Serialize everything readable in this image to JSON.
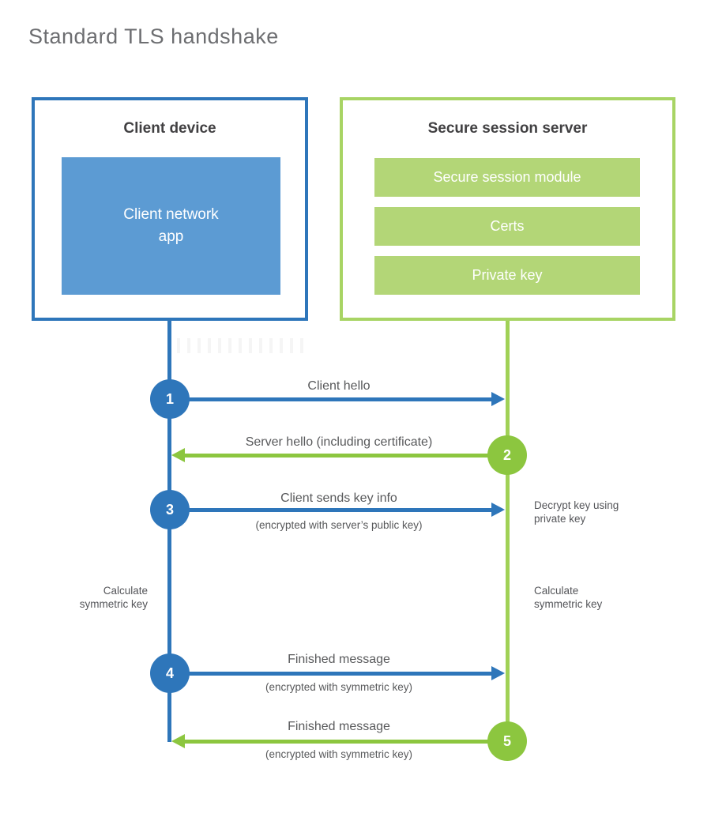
{
  "title": "Standard TLS handshake",
  "client": {
    "title": "Client device",
    "app_label": "Client network\napp"
  },
  "server": {
    "title": "Secure session server",
    "modules": [
      "Secure session module",
      "Certs",
      "Private key"
    ]
  },
  "steps": [
    {
      "num": "1",
      "label": "Client hello",
      "sub": "",
      "direction": "client-to-server"
    },
    {
      "num": "2",
      "label": "Server hello (including certificate)",
      "sub": "",
      "direction": "server-to-client"
    },
    {
      "num": "3",
      "label": "Client sends key info",
      "sub": "(encrypted with server’s public key)",
      "direction": "client-to-server"
    },
    {
      "num": "4",
      "label": "Finished message",
      "sub": "(encrypted with symmetric key)",
      "direction": "client-to-server"
    },
    {
      "num": "5",
      "label": "Finished message",
      "sub": "(encrypted with symmetric key)",
      "direction": "server-to-client"
    }
  ],
  "notes": {
    "decrypt": "Decrypt key using\nprivate key",
    "calc_left": "Calculate\nsymmetric key",
    "calc_right": "Calculate\nsymmetric key"
  },
  "colors": {
    "blue": "#2e76ba",
    "blue_fill": "#5c9bd3",
    "green": "#8cc63f",
    "green_border": "#a8d464",
    "green_fill": "#b3d677",
    "heading_text": "#414042",
    "label_text": "#58595b",
    "title_text": "#6d6e71"
  }
}
